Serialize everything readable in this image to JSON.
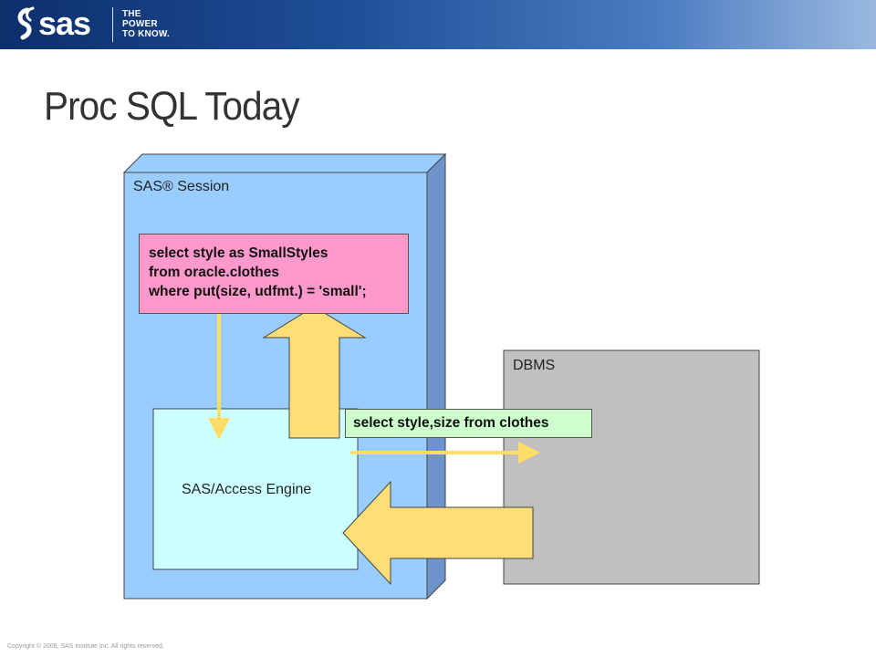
{
  "header": {
    "brand": "sas",
    "tagline": [
      "THE",
      "POWER",
      "TO KNOW."
    ]
  },
  "slide": {
    "title": "Proc SQL Today"
  },
  "diagram": {
    "sas_session_label": "SAS® Session",
    "sql_query_lines": [
      "select style as SmallStyles",
      "from oracle.clothes",
      "where put(size, udfmt.) = 'small';"
    ],
    "access_engine_label": "SAS/Access Engine",
    "dbms_label": "DBMS",
    "dbms_query": "select style,size from clothes"
  },
  "colors": {
    "sas_session_fill": "#99ccff",
    "sas_session_side": "#6f94cc",
    "access_engine_fill": "#ccffff",
    "sql_box_fill": "#ff99cc",
    "dbms_fill": "#c0c0c0",
    "dbms_query_fill": "#ccffcc",
    "arrow_fill": "#ffdd77",
    "thin_arrow": "#ffdd66"
  },
  "footer": {
    "copyright": "Copyright © 2006, SAS Institute Inc. All rights reserved."
  }
}
